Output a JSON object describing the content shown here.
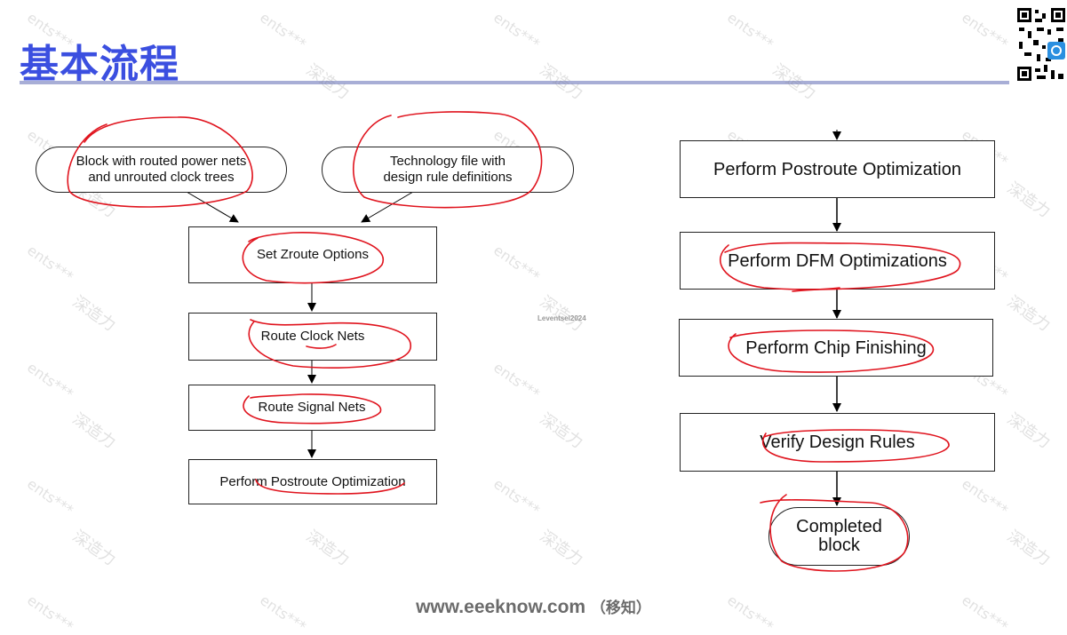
{
  "title": "基本流程",
  "watermark": {
    "text_a": "ents***",
    "text_b": "深造力"
  },
  "small_mark": "Leventsel2024",
  "footer": {
    "url": "www.eeeknow.com",
    "note": "（移知）"
  },
  "left_flow": {
    "input_block_line1": "Block with routed power nets",
    "input_block_line2": "and unrouted clock trees",
    "input_tech_line1": "Technology file with",
    "input_tech_line2": "design rule definitions",
    "steps": [
      "Set Zroute Options",
      "Route Clock Nets",
      "Route Signal Nets",
      "Perform Postroute Optimization"
    ]
  },
  "right_flow": {
    "steps": [
      "Perform Postroute Optimization",
      "Perform DFM Optimizations",
      "Perform Chip Finishing",
      "Verify Design Rules"
    ],
    "end_line1": "Completed",
    "end_line2": "block"
  },
  "colors": {
    "title": "#3b4fe0",
    "rule": "#a8aed6",
    "annotation": "#e0141e"
  }
}
